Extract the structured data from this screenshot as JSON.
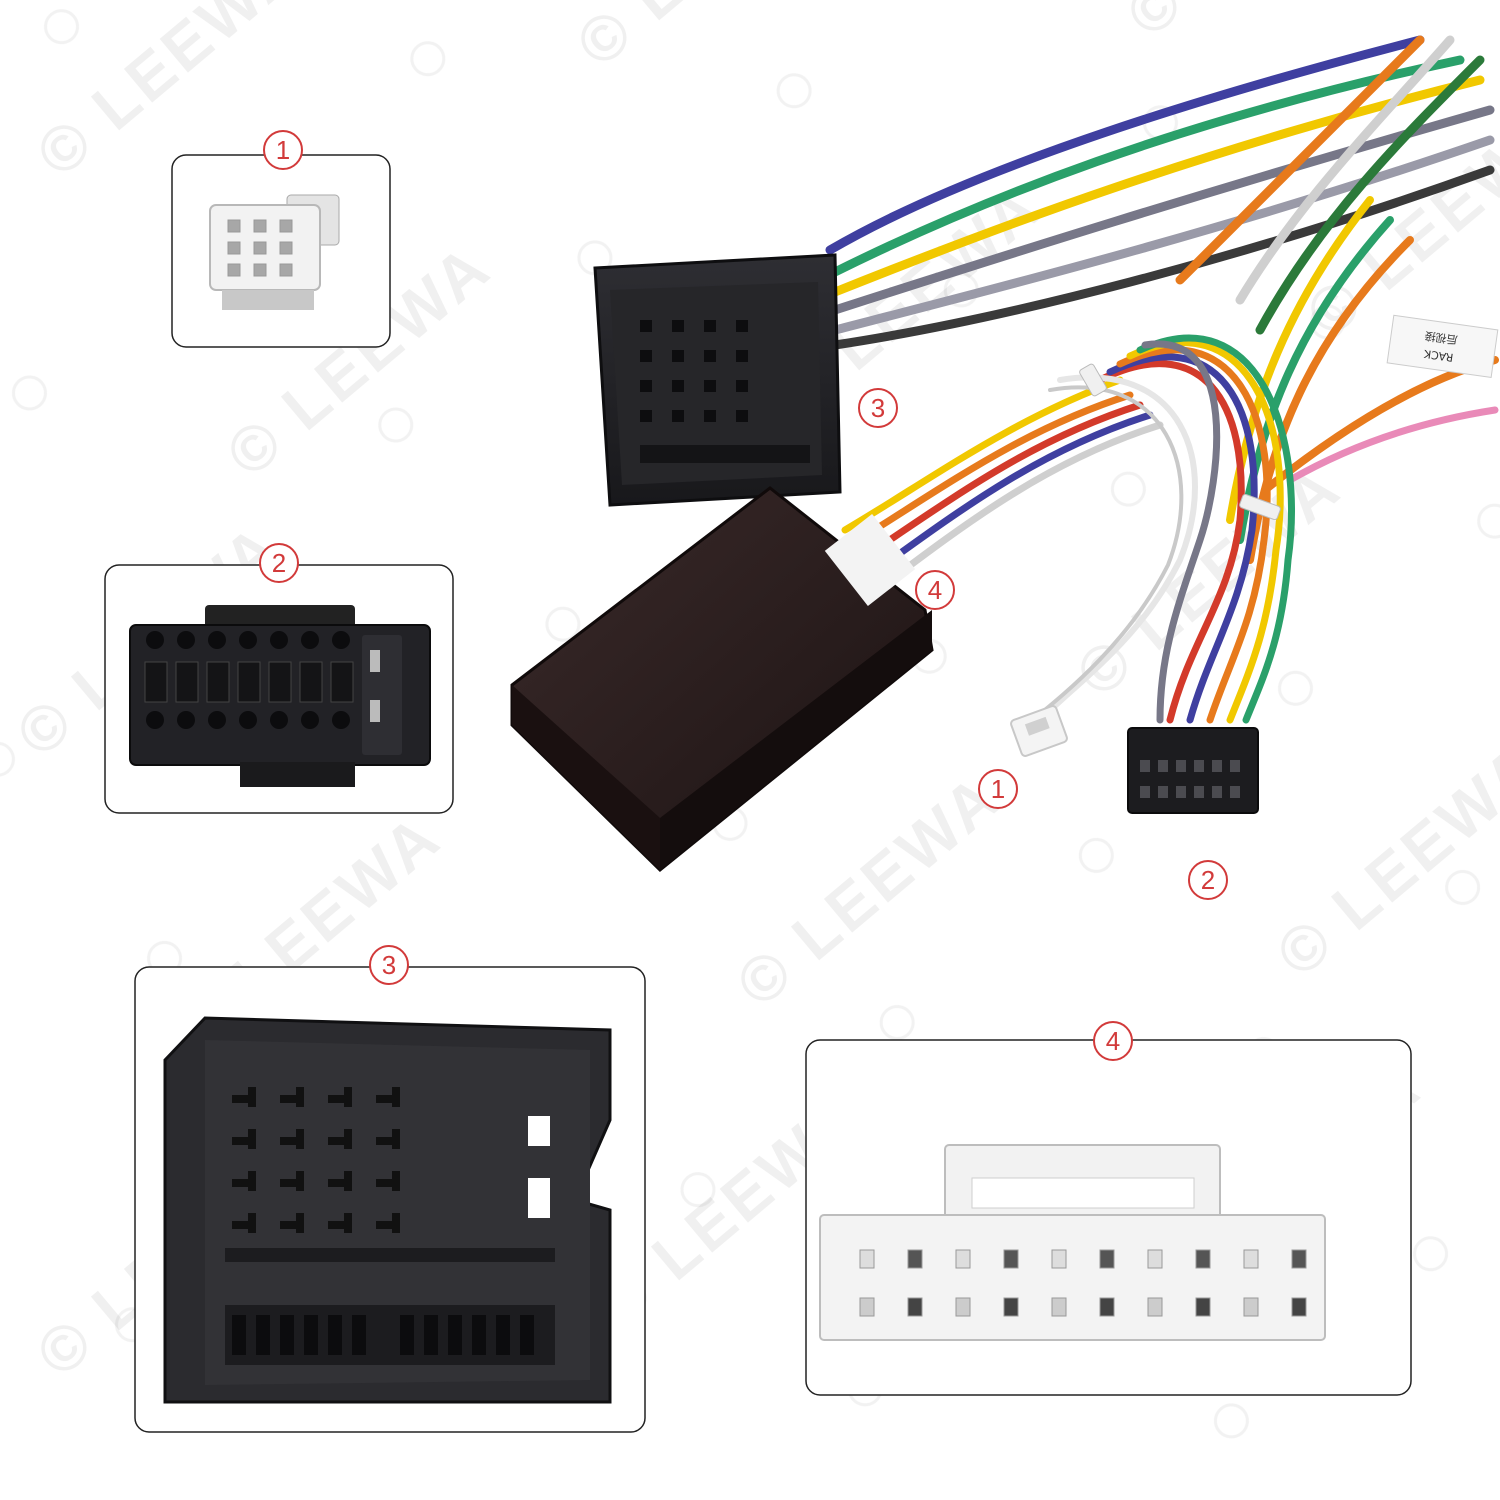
{
  "watermark": {
    "brand": "LEEWA",
    "copyright_symbol": "©"
  },
  "callouts": {
    "detail_1": "1",
    "detail_2": "2",
    "detail_3": "3",
    "detail_4": "4",
    "harness_1": "1",
    "harness_2": "2",
    "harness_3": "3",
    "harness_4": "4"
  },
  "wire_tag": {
    "line1": "RACK",
    "line2": "后视接"
  },
  "colors": {
    "callout_red": "#d23a3a",
    "connector_black": "#222226",
    "module_box": "#2a1c1c",
    "plug_white": "#f3f3f3"
  }
}
